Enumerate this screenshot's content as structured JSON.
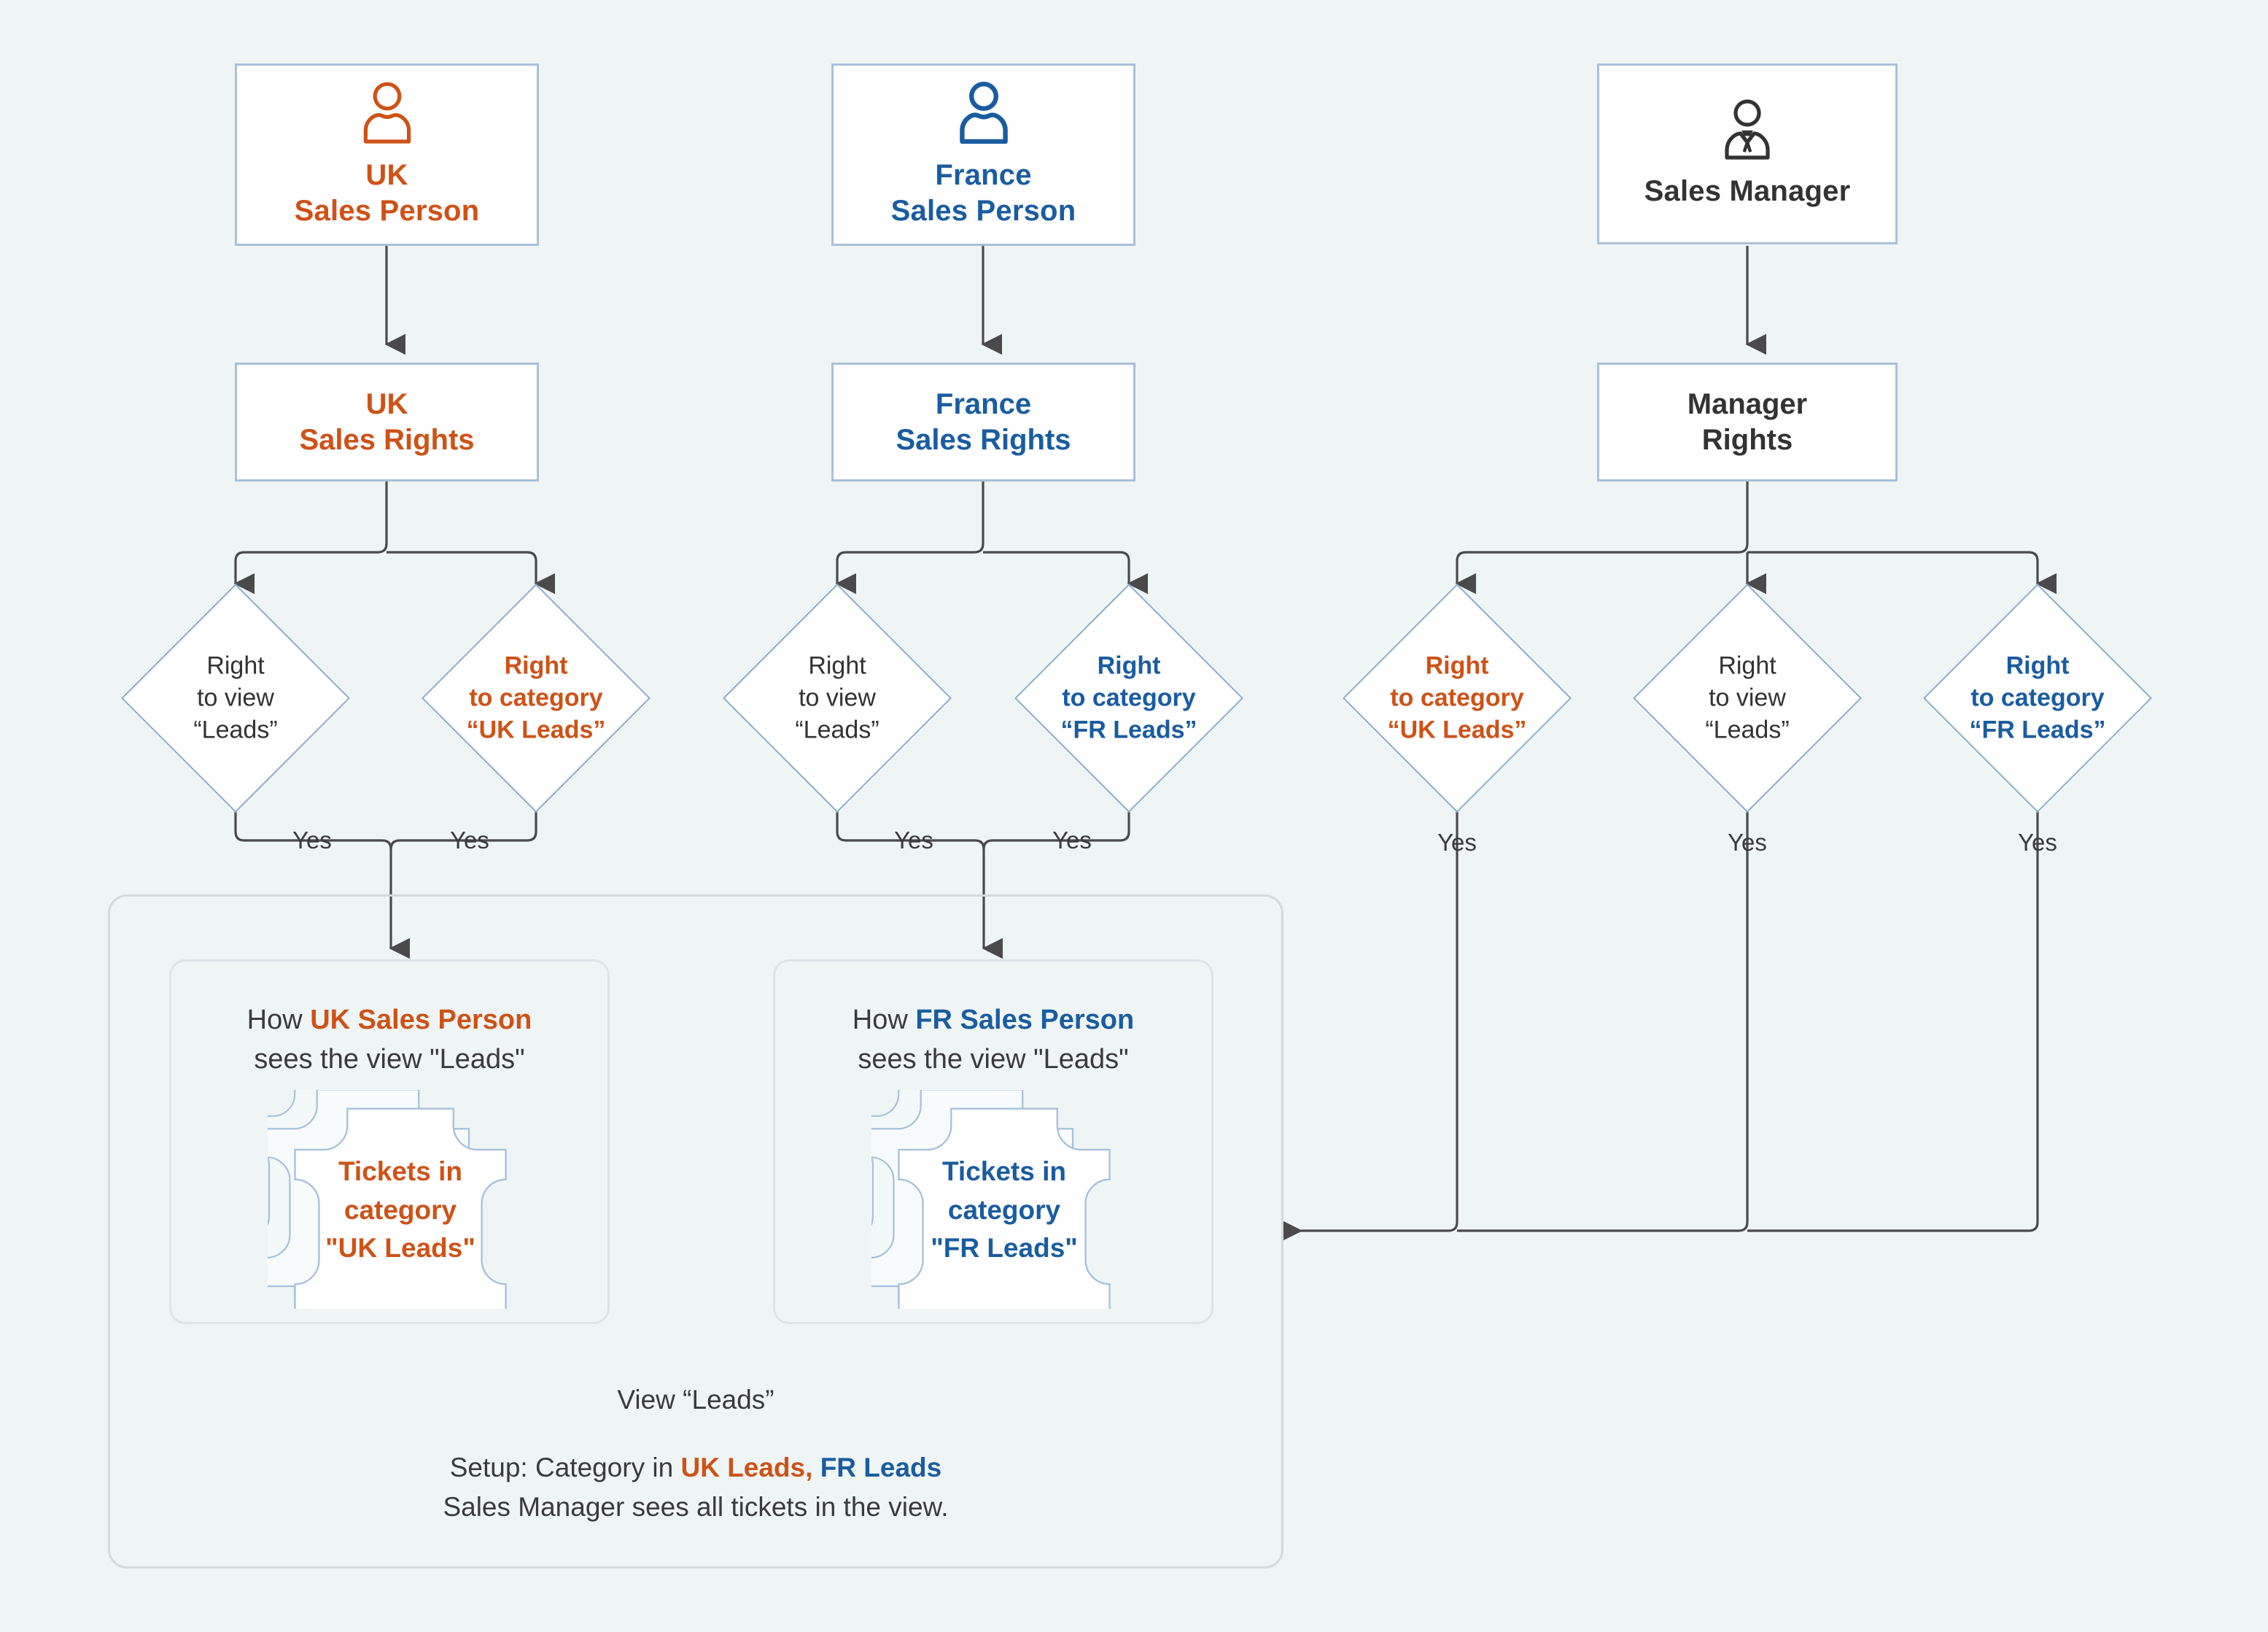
{
  "colors": {
    "background": "#eff5f5",
    "orange": "#ce5217",
    "blue": "#1a5ca0",
    "dark": "#333333",
    "box_border": "#a8c0da",
    "diamond_border": "#8fadcb",
    "connector": "#4a4a4a",
    "container_border": "#d3dada"
  },
  "roles": [
    {
      "id": "uk-sales-person",
      "icon": "person-outline-icon",
      "label": "UK\nSales Person",
      "color": "orange"
    },
    {
      "id": "france-sales-person",
      "icon": "person-outline-icon",
      "label": "France\nSales Person",
      "color": "blue"
    },
    {
      "id": "sales-manager",
      "icon": "business-person-icon",
      "label": "Sales Manager",
      "color": "dark"
    }
  ],
  "rights": [
    {
      "id": "uk-sales-rights",
      "label": "UK\nSales Rights",
      "color": "orange"
    },
    {
      "id": "france-sales-rights",
      "label": "France\nSales Rights",
      "color": "blue"
    },
    {
      "id": "manager-rights",
      "label": "Manager\nRights",
      "color": "dark"
    }
  ],
  "decisions": [
    {
      "id": "uk-right-to-view",
      "label": "Right\nto view\n“Leads”",
      "color": "dark",
      "bold": false,
      "edge": "Yes"
    },
    {
      "id": "uk-right-to-category",
      "label": "Right\nto category\n“UK Leads”",
      "color": "orange",
      "bold": true,
      "edge": "Yes"
    },
    {
      "id": "fr-right-to-view",
      "label": "Right\nto view\n“Leads”",
      "color": "dark",
      "bold": false,
      "edge": "Yes"
    },
    {
      "id": "fr-right-to-category",
      "label": "Right\nto category\n“FR Leads”",
      "color": "blue",
      "bold": true,
      "edge": "Yes"
    },
    {
      "id": "mgr-right-category-uk",
      "label": "Right\nto category\n“UK Leads”",
      "color": "orange",
      "bold": true,
      "edge": "Yes"
    },
    {
      "id": "mgr-right-to-view",
      "label": "Right\nto view\n“Leads”",
      "color": "dark",
      "bold": false,
      "edge": "Yes"
    },
    {
      "id": "mgr-right-category-fr",
      "label": "Right\nto category\n“FR Leads”",
      "color": "blue",
      "bold": true,
      "edge": "Yes"
    }
  ],
  "view_container": {
    "caption": "View “Leads”",
    "setup_line1_prefix": "Setup: Category in ",
    "setup_line1_uk": "UK Leads,",
    "setup_line1_fr": " FR Leads",
    "setup_line2": "Sales Manager sees all tickets in the view."
  },
  "panels": [
    {
      "id": "uk-panel",
      "head_prefix": "How ",
      "head_strong": "UK Sales Person",
      "head_rest": "sees the view \"Leads\"",
      "ticket_label": "Tickets in\ncategory\n\"UK Leads\"",
      "color": "orange"
    },
    {
      "id": "fr-panel",
      "head_prefix": "How ",
      "head_strong": "FR Sales Person",
      "head_rest": "sees the view \"Leads\"",
      "ticket_label": "Tickets in\ncategory\n\"FR Leads\"",
      "color": "blue"
    }
  ]
}
